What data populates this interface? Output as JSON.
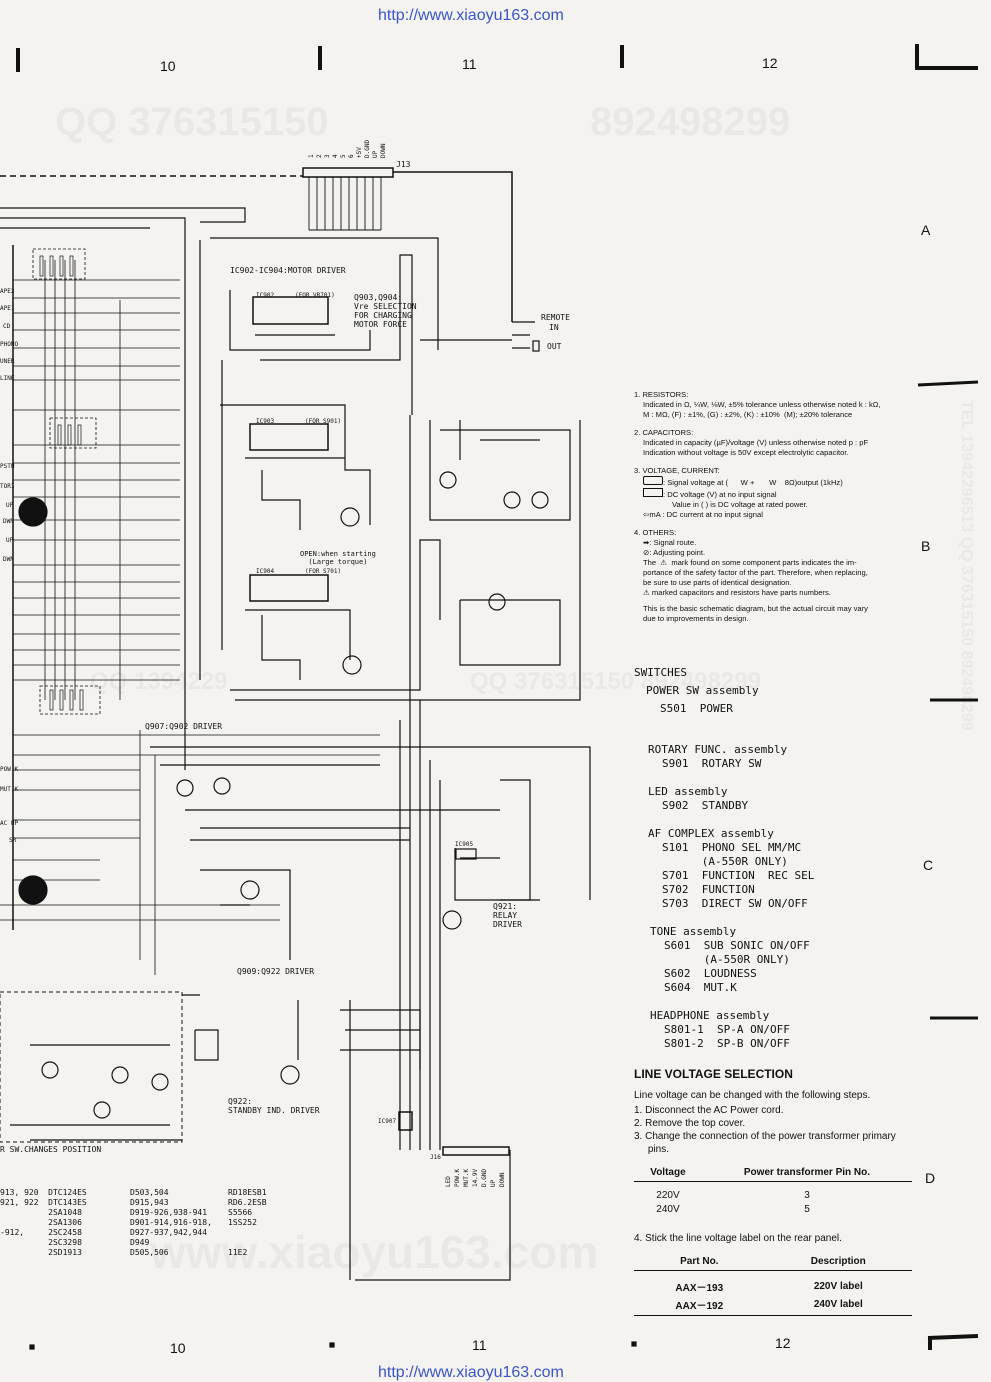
{
  "header_url": "http://www.xiaoyu163.com",
  "footer_url": "http://www.xiaoyu163.com",
  "grid_columns": [
    "10",
    "11",
    "12"
  ],
  "grid_rows": [
    "A",
    "B",
    "C",
    "D"
  ],
  "watermarks": [
    "QQ 376315150",
    "892498299",
    "QQ 1394229",
    "QQ 376315150 892498299",
    "www.xiaoyu163.com",
    "TEL 13942296513 QQ 376315150 892498299"
  ],
  "circuit_labels": {
    "ic902_904": "IC902-IC904:MOTOR DRIVER",
    "ic902": "IC902",
    "ic902_for": "(FOR VR701)",
    "q903_904": "Q903,Q904:\nVre SELECTION\nFOR CHARGING\nMOTOR FORCE",
    "ic903": "IC903",
    "ic903_for": "(FOR S901)",
    "ic904": "IC904",
    "ic904_for": "(FOR S701)",
    "open_when": "OPEN:when starting\n(Large torque)",
    "remote": "REMOTE",
    "remote_in": "IN",
    "remote_out": "OUT",
    "q907_902": "Q907:Q902 DRIVER",
    "q909_922": "Q909:Q922 DRIVER",
    "q921": "Q921:\nRELAY\nDRIVER",
    "q922": "Q922:\nSTANDBY IND. DRIVER",
    "ic905": "IC905",
    "ic907": "IC907",
    "j13": "J13",
    "j16": "J16",
    "sw_changes": "R SW.CHANGES POSITION",
    "j13_pins": [
      "1",
      "2",
      "3",
      "4",
      "5",
      "6",
      "+5V",
      "D.GND",
      "UP",
      "DOWN"
    ],
    "j16_pins": [
      "LED",
      "POW.K",
      "MUT.K",
      "14.9V",
      "D.GND",
      "UP",
      "DOWN"
    ],
    "left_edge": [
      "APE2",
      "APE1",
      "CD",
      "PHONO",
      "UNER",
      "LINE",
      "PSTN",
      "TOR1",
      "UP",
      "DWN",
      "UP",
      "DWN",
      "POW.K",
      "MUT.K",
      "AC UP",
      "SR"
    ],
    "parts_left": "913, 920  DTC124ES\n921, 922  DTC143ES\n          2SA1048\n          2SA1306\n-912,     2SC2458\n          2SC3298\n          2SD1913",
    "parts_mid": "D503,504\nD915,943\nD919-926,938-941\nD901-914,916-918,\nD927-937,942,944\nD949\nD505,506",
    "parts_right": "RD18ESB1\nRD6.2ESB\nS5566\n1SS252\n\n\n11E2"
  },
  "notes": {
    "resistors_title": "1. RESISTORS:",
    "resistors_body": "Indicated in Ω, ¼W, ⅛W, ±5% tolerance unless otherwise noted k : kΩ,\nM : MΩ, (F) : ±1%, (G) : ±2%, (K) : ±10%  (M); ±20% tolerance",
    "capacitors_title": "2. CAPACITORS:",
    "capacitors_body": "Indicated in capacity (µF)/voltage (V) unless otherwise noted p : pF\nIndication without voltage is 50V except electrolytic capacitor.",
    "voltage_title": "3. VOLTAGE, CURRENT:",
    "voltage_body1": ": Signal voltage at (      W +       W    8Ω)output (1kHz)",
    "voltage_body2": ": DC voltage (V) at no input signal",
    "voltage_body3": "Value in (    ) is DC voltage at rated power.",
    "voltage_body4": "mA : DC current at no input signal",
    "others_title": "4. OTHERS:",
    "others_body1": ": Signal route.",
    "others_body2": ": Adjusting point.",
    "others_body3": "The  ⚠  mark found on some component parts indicates the im-\nportance of the safety factor of the part. Therefore, when replacing,\nbe sure to use parts of identical designation.",
    "others_body4": "⚠ marked capacitors and resistors have parts numbers.",
    "others_body5": "This is the basic schematic diagram, but the actual circuit may vary\ndue to improvements in design."
  },
  "switches": {
    "title": "SWITCHES",
    "groups": [
      {
        "name": "POWER SW assembly",
        "items": [
          "S501  POWER"
        ]
      },
      {
        "name": "ROTARY FUNC. assembly",
        "items": [
          "S901  ROTARY SW"
        ]
      },
      {
        "name": "LED assembly",
        "items": [
          "S902  STANDBY"
        ]
      },
      {
        "name": "AF COMPLEX assembly",
        "items": [
          "S101  PHONO SEL MM/MC",
          "      (A-550R ONLY)",
          "S701  FUNCTION  REC SEL",
          "S702  FUNCTION",
          "S703  DIRECT SW ON/OFF"
        ]
      },
      {
        "name": "TONE assembly",
        "items": [
          "S601  SUB SONIC ON/OFF",
          "      (A-550R ONLY)",
          "S602  LOUDNESS",
          "S604  MUT.K"
        ]
      },
      {
        "name": "HEADPHONE assembly",
        "items": [
          "S801-1  SP-A ON/OFF",
          "S801-2  SP-B ON/OFF"
        ]
      }
    ]
  },
  "line_voltage": {
    "title": "LINE VOLTAGE SELECTION",
    "intro": "Line voltage can be changed with the following steps.",
    "steps": [
      "1.  Disconnect the AC Power cord.",
      "2.  Remove the top cover.",
      "3.  Change the connection of the power transformer primary",
      "     pins."
    ],
    "table1_headers": [
      "Voltage",
      "Power transformer Pin No."
    ],
    "table1_rows": [
      [
        "220V",
        "3"
      ],
      [
        "240V",
        "5"
      ]
    ],
    "step4": "4.  Stick the line voltage label on the rear panel.",
    "table2_headers": [
      "Part No.",
      "Description"
    ],
    "table2_rows": [
      [
        "AAX－193",
        "220V label"
      ],
      [
        "AAX－192",
        "240V label"
      ]
    ]
  }
}
